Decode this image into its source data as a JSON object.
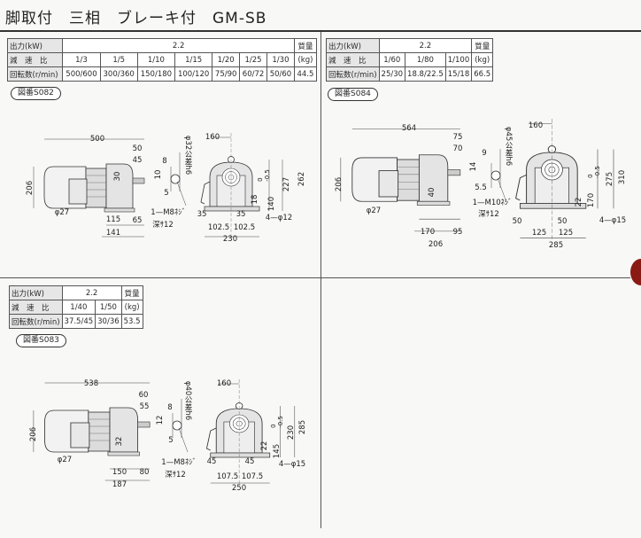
{
  "title": "脚取付　三相　ブレーキ付　GM-SB",
  "panels": [
    {
      "table": {
        "output_label": "出力(kW)",
        "output_value": "2.2",
        "ratio_label": "減　速　比",
        "speed_label": "回転数(r/min)",
        "mass_label_1": "質量",
        "mass_label_2": "(kg)",
        "ratios": [
          "1/3",
          "1/5",
          "1/10",
          "1/15",
          "1/20",
          "1/25",
          "1/30"
        ],
        "speeds": [
          "500/600",
          "300/360",
          "150/180",
          "100/120",
          "75/90",
          "60/72",
          "50/60"
        ],
        "mass": "44.5"
      },
      "drawing_no": "図番S082",
      "dims": {
        "overall_length": "500",
        "d50": "50",
        "d45": "45",
        "d30": "30",
        "height_206": "206",
        "phi27": "φ27",
        "d115": "115",
        "d65": "65",
        "d141": "141",
        "key_8": "8",
        "key_10": "10",
        "key_5": "5",
        "shaft": "φ32公差h6",
        "tap": "1—M8ﾈｼﾞ",
        "tap_depth": "深ｻ12",
        "d160": "160",
        "d262": "262",
        "d227": "227",
        "tol": "0\n-0.5",
        "d18": "18",
        "d140": "140",
        "holes": "4—φ12",
        "d35a": "35",
        "d35b": "35",
        "d102a": "102.5",
        "d102b": "102.5",
        "d230": "230"
      }
    },
    {
      "table": {
        "output_label": "出力(kW)",
        "output_value": "2.2",
        "ratio_label": "減　速　比",
        "speed_label": "回転数(r/min)",
        "mass_label_1": "質量",
        "mass_label_2": "(kg)",
        "ratios": [
          "1/60",
          "1/80",
          "1/100"
        ],
        "speeds": [
          "25/30",
          "18.8/22.5",
          "15/18"
        ],
        "mass": "66.5"
      },
      "drawing_no": "図番S084",
      "dims": {
        "overall_length": "564",
        "d75": "75",
        "d70": "70",
        "height_206": "206",
        "d40": "40",
        "phi27": "φ27",
        "d170": "170",
        "d95": "95",
        "d206b": "206",
        "key_9": "9",
        "key_14": "14",
        "key_55": "5.5",
        "shaft": "φ45公差h6",
        "tap": "1—M10ﾈｼﾞ",
        "tap_depth": "深ｻ12",
        "d160": "160",
        "d310": "310",
        "d275": "275",
        "tol": "0\n-0.5",
        "d22": "22",
        "d170b": "170",
        "holes": "4—φ15",
        "d50a": "50",
        "d50b": "50",
        "d125a": "125",
        "d125b": "125",
        "d285": "285"
      }
    },
    {
      "table": {
        "output_label": "出力(kW)",
        "output_value": "2.2",
        "ratio_label": "減　速　比",
        "speed_label": "回転数(r/min)",
        "mass_label_1": "質量",
        "mass_label_2": "(kg)",
        "ratios": [
          "1/40",
          "1/50"
        ],
        "speeds": [
          "37.5/45",
          "30/36"
        ],
        "mass": "53.5"
      },
      "drawing_no": "図番S083",
      "dims": {
        "overall_length": "538",
        "d60": "60",
        "d55": "55",
        "height_206": "206",
        "d32": "32",
        "phi27": "φ27",
        "d150": "150",
        "d80": "80",
        "d187": "187",
        "key_8": "8",
        "key_12": "12",
        "key_5": "5",
        "shaft": "φ40公差h6",
        "tap": "1—M8ﾈｼﾞ",
        "tap_depth": "深ｻ12",
        "d160": "160",
        "d285": "285",
        "d230": "230",
        "tol": "0\n-0.5",
        "d22": "22",
        "d145": "145",
        "holes": "4—φ15",
        "d45a": "45",
        "d45b": "45",
        "d107a": "107.5",
        "d107b": "107.5",
        "d250": "250"
      }
    }
  ]
}
